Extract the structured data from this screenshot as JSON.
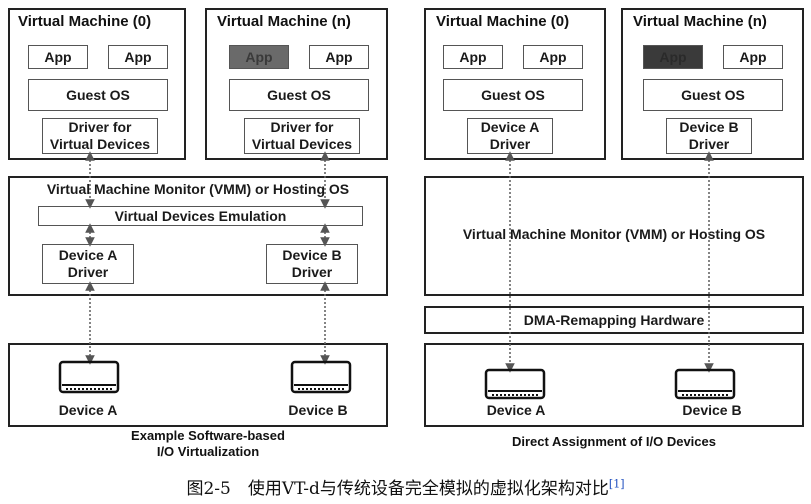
{
  "left": {
    "vm0": {
      "title": "Virtual Machine (0)",
      "app1": "App",
      "app2": "App",
      "guest_os": "Guest OS",
      "driver": [
        "Driver for",
        "Virtual Devices"
      ]
    },
    "vmn": {
      "title": "Virtual Machine (n)",
      "app1": "App",
      "app2": "App",
      "guest_os": "Guest OS",
      "driver": [
        "Driver for",
        "Virtual Devices"
      ]
    },
    "vmm": {
      "title": "Virtual Machine Monitor (VMM) or Hosting OS",
      "emulation": "Virtual Devices Emulation",
      "driver_a": [
        "Device A",
        "Driver"
      ],
      "driver_b": [
        "Device B",
        "Driver"
      ]
    },
    "devices": {
      "a": "Device A",
      "b": "Device B"
    },
    "caption": [
      "Example Software-based",
      "I/O Virtualization"
    ]
  },
  "right": {
    "vm0": {
      "title": "Virtual Machine (0)",
      "app1": "App",
      "app2": "App",
      "guest_os": "Guest OS",
      "driver": [
        "Device A",
        "Driver"
      ]
    },
    "vmn": {
      "title": "Virtual Machine (n)",
      "app1": "App",
      "app2": "App",
      "guest_os": "Guest OS",
      "driver": [
        "Device B",
        "Driver"
      ]
    },
    "vmm": {
      "title": "Virtual Machine Monitor (VMM) or Hosting OS"
    },
    "dma": "DMA-Remapping Hardware",
    "devices": {
      "a": "Device A",
      "b": "Device B"
    },
    "caption": "Direct Assignment of I/O Devices"
  },
  "figure_caption": {
    "text": "图2-5　使用VT-d与传统设备完全模拟的虚拟化架构对比",
    "ref": "[1]"
  }
}
